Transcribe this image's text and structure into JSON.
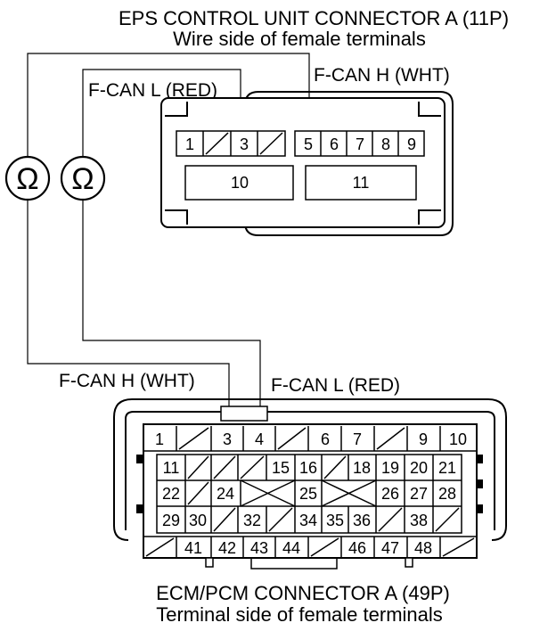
{
  "eps": {
    "title": "EPS CONTROL UNIT CONNECTOR A (11P)",
    "subtitle": "Wire side of female terminals",
    "label_can_l": "F-CAN L (RED)",
    "label_can_h": "F-CAN H (WHT)",
    "pins": {
      "p1": "1",
      "p3": "3",
      "p5": "5",
      "p6": "6",
      "p7": "7",
      "p8": "8",
      "p9": "9",
      "p10": "10",
      "p11": "11"
    }
  },
  "meters": {
    "ohm_symbol": "Ω"
  },
  "ecm": {
    "title": "ECM/PCM CONNECTOR A (49P)",
    "subtitle": "Terminal side of female terminals",
    "label_can_h": "F-CAN H (WHT)",
    "label_can_l": "F-CAN L (RED)",
    "row1": [
      "1",
      "3",
      "4",
      "6",
      "7",
      "9",
      "10"
    ],
    "row2": [
      "11",
      "15",
      "16",
      "18",
      "19",
      "20",
      "21"
    ],
    "row3": [
      "22",
      "24",
      "25",
      "26",
      "27",
      "28"
    ],
    "row4": [
      "29",
      "30",
      "32",
      "34",
      "35",
      "36",
      "38"
    ],
    "row5": [
      "41",
      "42",
      "43",
      "44",
      "46",
      "47",
      "48"
    ]
  }
}
